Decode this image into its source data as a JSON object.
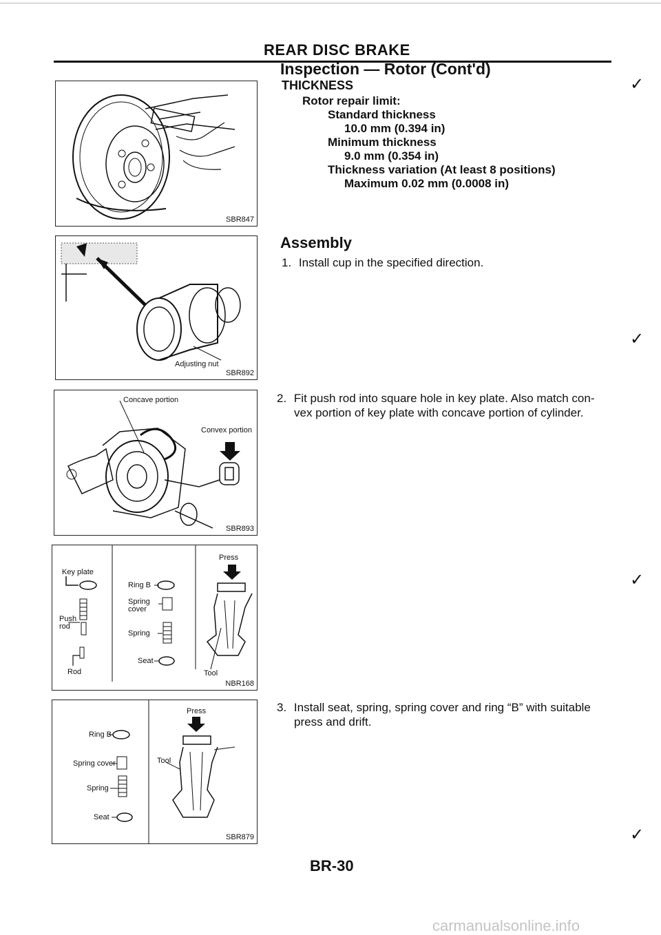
{
  "header": {
    "title": "REAR DISC BRAKE",
    "section": "Inspection — Rotor (Cont'd)"
  },
  "thickness": {
    "heading": "THICKNESS",
    "repair_limit": "Rotor repair limit:",
    "standard_label": "Standard thickness",
    "standard_value": "10.0 mm (0.394 in)",
    "minimum_label": "Minimum thickness",
    "minimum_value": "9.0 mm (0.354 in)",
    "variation_label": "Thickness variation (At least 8 positions)",
    "variation_value": "Maximum 0.02 mm (0.0008 in)"
  },
  "assembly": {
    "heading": "Assembly",
    "steps": [
      {
        "num": "1.",
        "text": "Install cup in the specified direction."
      },
      {
        "num": "2.",
        "line1": "Fit push rod into square hole in key plate. Also match con-",
        "line2": "vex portion of key plate with concave portion of cylinder."
      },
      {
        "num": "3.",
        "line1": "Install seat, spring, spring cover and ring “B” with suitable",
        "line2": "press and drift."
      }
    ]
  },
  "figures": {
    "fig1": {
      "code": "SBR847"
    },
    "fig2": {
      "code": "SBR892",
      "adjusting_nut": "Adjusting nut"
    },
    "fig3": {
      "code": "SBR893",
      "concave": "Concave portion",
      "convex": "Convex portion"
    },
    "fig4": {
      "code": "NBR168",
      "key_plate": "Key plate",
      "push": "Push",
      "rod_short": "rod",
      "rod": "Rod",
      "ring_b": "Ring B",
      "spring_cover_1": "Spring",
      "spring_cover_2": "cover",
      "spring": "Spring",
      "seat": "Seat",
      "press": "Press",
      "tool": "Tool"
    },
    "fig5": {
      "code": "SBR879",
      "ring_b": "Ring B",
      "spring_cover": "Spring cover",
      "spring": "Spring",
      "seat": "Seat",
      "press": "Press",
      "tool": "Tool"
    }
  },
  "page_number": "BR-30",
  "watermark": "carmanualsonline.info"
}
